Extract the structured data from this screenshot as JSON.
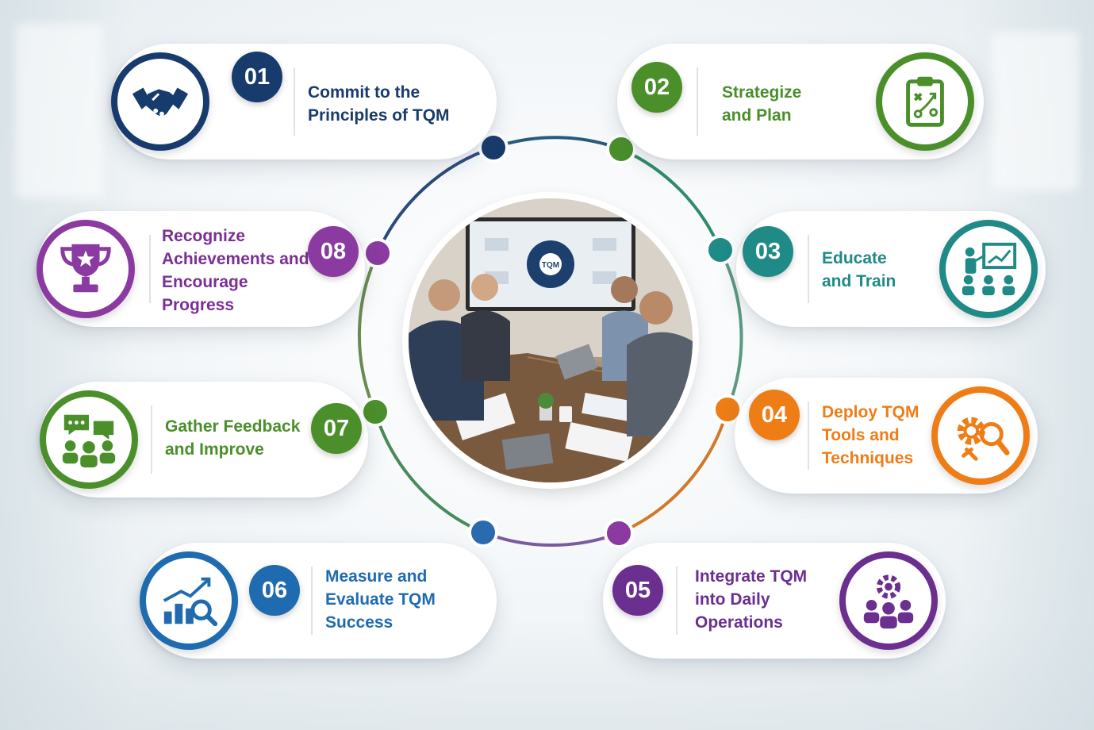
{
  "colors": {
    "navy": "#173b6c",
    "green": "#4a8f2a",
    "teal": "#1f8a86",
    "orange": "#ef7d16",
    "purple": "#6a2f8f",
    "blue": "#1f6bb0",
    "violet": "#8a3aa0"
  },
  "center_image": {
    "screen_text": "TQM"
  },
  "steps": [
    {
      "number": "01",
      "label": "Commit to the\nPrinciples of TQM",
      "icon": "handshake-icon",
      "color": "#173b6c"
    },
    {
      "number": "02",
      "label": "Strategize\nand Plan",
      "icon": "strategy-clipboard-icon",
      "color": "#4a8f2a"
    },
    {
      "number": "03",
      "label": "Educate\nand Train",
      "icon": "training-presentation-icon",
      "color": "#1f8a86"
    },
    {
      "number": "04",
      "label": "Deploy TQM\nTools and\nTechniques",
      "icon": "gear-magnifier-icon",
      "color": "#ef7d16"
    },
    {
      "number": "05",
      "label": "Integrate TQM\ninto Daily\nOperations",
      "icon": "team-gear-icon",
      "color": "#6a2f8f"
    },
    {
      "number": "06",
      "label": "Measure and\nEvaluate TQM\nSuccess",
      "icon": "chart-magnifier-icon",
      "color": "#1f6bb0"
    },
    {
      "number": "07",
      "label": "Gather Feedback\nand Improve",
      "icon": "feedback-group-icon",
      "color": "#4a8f2a"
    },
    {
      "number": "08",
      "label": "Recognize\nAchievements and\nEncourage\nProgress",
      "icon": "trophy-icon",
      "color": "#8a3aa0"
    }
  ]
}
